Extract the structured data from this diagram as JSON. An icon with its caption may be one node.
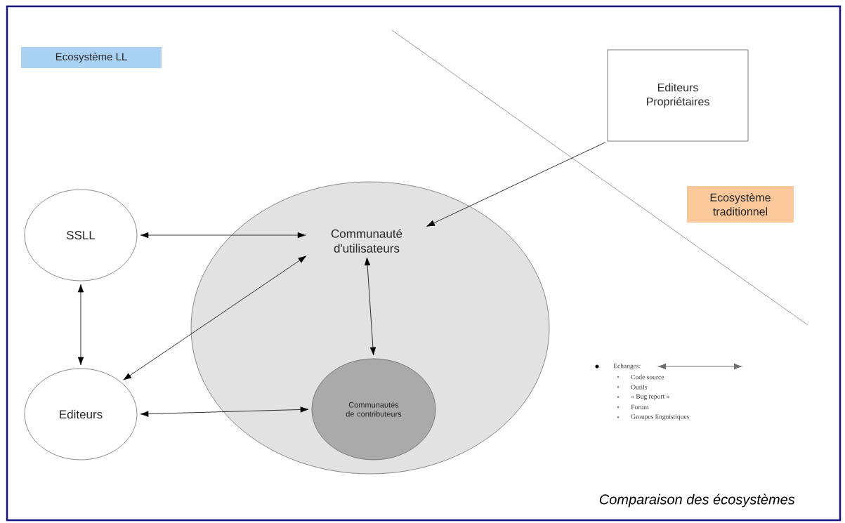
{
  "diagram": {
    "caption": "Comparaison des écosystèmes",
    "nodes": [
      {
        "text": [
          "Ecosystème LL"
        ]
      },
      {
        "text": [
          "Editeurs Propriétaires"
        ]
      },
      {
        "text": [
          "Ecosystème traditionnel"
        ]
      },
      {
        "text": [
          "SSLL"
        ]
      },
      {
        "text": [],
        "shape": "circle"
      },
      {
        "text": [
          "Communauté d'utilisateurs"
        ],
        "in": 4
      },
      {
        "text": [
          "Communautés de contributeurs"
        ],
        "in": 4
      },
      {
        "text": [
          "Editeurs"
        ]
      }
    ],
    "edges": [
      {
        "from": 3,
        "to": 5,
        "arrow": "both"
      },
      {
        "from": 3,
        "to": 7,
        "arrow": "both"
      },
      {
        "from": 7,
        "to": 5,
        "arrow": "both"
      },
      {
        "from": 5,
        "to": 6,
        "arrow": "both"
      },
      {
        "from": 7,
        "to": 6,
        "arrow": "both"
      },
      {
        "from": 1,
        "to": 5,
        "arrow": "to"
      }
    ],
    "labels": [
      "Code source",
      "Outils",
      "« Bug report »",
      "Forum",
      "Groupes linguistiques"
    ],
    "legend": [
      {
        "text": "Echanges:"
      }
    ]
  }
}
